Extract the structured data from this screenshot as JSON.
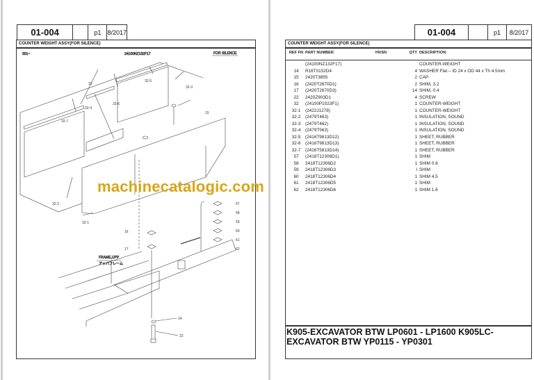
{
  "header": {
    "code": "01-004",
    "blank": "",
    "page": "p1",
    "date": "8/2017"
  },
  "section_title": "COUNTER WEIGHT ASSY(FOR SILENCE)",
  "diagram": {
    "top_left": "301~",
    "top_center": "24100NZ132F17",
    "top_right": "FOR  SILENCE",
    "callouts": [
      "32",
      "32-5",
      "32-3",
      "32-6",
      "32-4",
      "32-7",
      "15",
      "32-2",
      "32-1",
      "57",
      "58",
      "59",
      "60",
      "61",
      "62",
      "16",
      "17",
      "14",
      "22"
    ],
    "frame_label": "FRAME,UPP",
    "frame_label_jp": "アッパフレーム"
  },
  "table": {
    "columns": [
      "REF FN",
      "PART NUMBER",
      "YR/SN",
      "QTY",
      "DESCRIPTION"
    ],
    "rows": [
      {
        "ref": "",
        "pn": "(24100NZ132F17)",
        "yr": "",
        "qty": "",
        "desc": "COUNTER-WEIGHT"
      },
      {
        "ref": "14",
        "pn": "R16T0152D4",
        "yr": "",
        "qty": "4",
        "desc": "WASHER  Flat – ID 24 x OD 44 x Th 4.5mm"
      },
      {
        "ref": "15",
        "pn": "2420T3855",
        "yr": "",
        "qty": "2",
        "desc": "CAP"
      },
      {
        "ref": "16",
        "pn": "(2420T2670D1)",
        "yr": "",
        "qty": "2",
        "desc": "SHIM, 3.2"
      },
      {
        "ref": "17",
        "pn": "(2420T2670D3)",
        "yr": "",
        "qty": "14",
        "desc": "SHIM, 0.4"
      },
      {
        "ref": "22",
        "pn": "2420Z903D1",
        "yr": "",
        "qty": "4",
        "desc": "SCREW"
      },
      {
        "ref": "32",
        "pn": "(24100P1023F1)",
        "yr": "",
        "qty": "1",
        "desc": "COUNTER-WEIGHT"
      },
      {
        "ref": "32-1",
        "pn": "(2422J1278)",
        "yr": "",
        "qty": "1",
        "desc": "COUNTER-WEIGHT"
      },
      {
        "ref": "32-2",
        "pn": "(2479T463)",
        "yr": "",
        "qty": "1",
        "desc": "INSULATION, SOUND"
      },
      {
        "ref": "32-3",
        "pn": "(2479T462)",
        "yr": "",
        "qty": "1",
        "desc": "INSULATION, SOUND"
      },
      {
        "ref": "32-4",
        "pn": "(2479T563)",
        "yr": "",
        "qty": "1",
        "desc": "INSULATION, SOUND"
      },
      {
        "ref": "32-5",
        "pn": "(2416T9813D12)",
        "yr": "",
        "qty": "1",
        "desc": "SHEET, RUBBER"
      },
      {
        "ref": "32-6",
        "pn": "(2416T9813D13)",
        "yr": "",
        "qty": "1",
        "desc": "SHEET, RUBBER"
      },
      {
        "ref": "32-7",
        "pn": "(2416T5813D14)",
        "yr": "",
        "qty": "1",
        "desc": "SHEET, RUBBER"
      },
      {
        "ref": "57",
        "pn": "(2418T12306D1)",
        "yr": "",
        "qty": "1",
        "desc": "SHIM"
      },
      {
        "ref": "58",
        "pn": "2418T12306D2",
        "yr": "",
        "qty": "1",
        "desc": "SHIM  0.6"
      },
      {
        "ref": "59",
        "pn": "2418T12306D3",
        "yr": "",
        "qty": "I",
        "desc": "SHIM"
      },
      {
        "ref": "60",
        "pn": "2418T12306D4",
        "yr": "",
        "qty": "1",
        "desc": "SHIM  4.5"
      },
      {
        "ref": "61",
        "pn": "2418T12306D5",
        "yr": "",
        "qty": "1",
        "desc": "SHIM"
      },
      {
        "ref": "62",
        "pn": "2418T12306D6",
        "yr": "",
        "qty": "1",
        "desc": "SHIM  1.6"
      }
    ]
  },
  "model_title": "K905-EXCAVATOR BTW LP0601 - LP1600  K905LC-EXCAVATOR BTW YP0115 - YP0301",
  "watermark": "machinecatalogic.com",
  "colors": {
    "watermark": "#d9a514",
    "border": "#333333"
  }
}
